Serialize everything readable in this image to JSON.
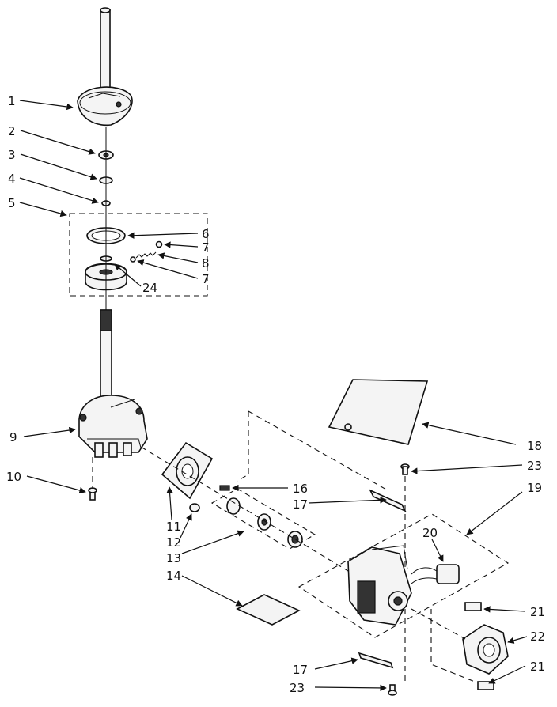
{
  "callouts": [
    "1",
    "2",
    "3",
    "4",
    "5",
    "6",
    "7",
    "8",
    "7",
    "24",
    "9",
    "10",
    "11",
    "12",
    "13",
    "14",
    "16",
    "17",
    "18",
    "23",
    "19",
    "20",
    "21",
    "22",
    "21",
    "17",
    "23"
  ],
  "colors": {
    "ink": "#111111",
    "paper": "#ffffff"
  }
}
